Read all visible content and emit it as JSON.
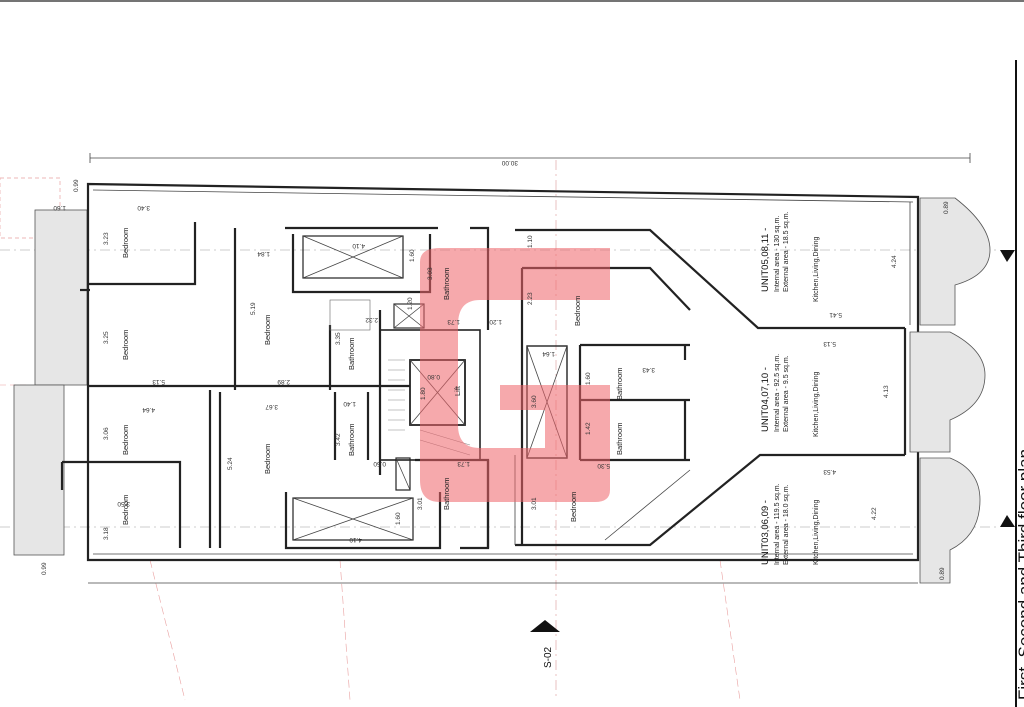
{
  "title": "First, Second and Third floor plan",
  "section_marker": "S-02",
  "overall_dimension": "30.00",
  "units": [
    {
      "name": "UNIT05,08,11 -",
      "internal": "Internal area - 130 sq.m.",
      "external": "External area - 18.5 sq.m.",
      "room": "Kitchen,Living,Dining"
    },
    {
      "name": "UNIT04,07,10 -",
      "internal": "Internal area - 92.5 sq.m.",
      "external": "External area - 9.5 sq.m.",
      "room": "Kitchen,Living,Dining"
    },
    {
      "name": "UNIT03,06,09 -",
      "internal": "Internal area - 119.5 sq.m.",
      "external": "External area - 18.0 sq.m.",
      "room": "Kitchen,Living,Dining"
    }
  ],
  "rooms": {
    "bedroom": "Bedroom",
    "bathroom": "Bathroom",
    "lift": "Lift"
  },
  "dims": {
    "d099a": "0.99",
    "d160a": "1.60",
    "d340": "3.40",
    "d323": "3.23",
    "d325": "3.25",
    "d513a": "5.13",
    "d464": "4.64",
    "d306": "3.06",
    "d350": "3.50",
    "d318": "3.18",
    "d099b": "0.99",
    "d184": "1.84",
    "d519": "5.19",
    "d289": "2.89",
    "d367": "3.67",
    "d524": "5.24",
    "d410a": "4.10",
    "d160b": "1.60",
    "d303": "3.03",
    "d232": "2.32",
    "d335": "3.35",
    "d120a": "1.20",
    "d140": "1.40",
    "d342": "3.42",
    "d050": "0.50",
    "d173a": "1.73",
    "d173b": "1.73",
    "d301a": "3.01",
    "d410b": "4.10",
    "d160c": "1.60",
    "d180": "1.80",
    "d080": "0.80",
    "d120b": "1.20",
    "d110": "1.10",
    "d223": "2.23",
    "d164": "1.64",
    "d343": "3.43",
    "d160d": "1.60",
    "d360": "3.60",
    "d142": "1.42",
    "d530": "5.30",
    "d301b": "3.01",
    "d541": "5.41",
    "d424": "4.24",
    "d089a": "0.89",
    "d513b": "5.13",
    "d413": "4.13",
    "d453": "4.53",
    "d422": "4.22",
    "d089b": "0.89"
  },
  "colors": {
    "watermark": "#f0646a",
    "wall": "#222222",
    "hatch": "#e6e6e6"
  }
}
